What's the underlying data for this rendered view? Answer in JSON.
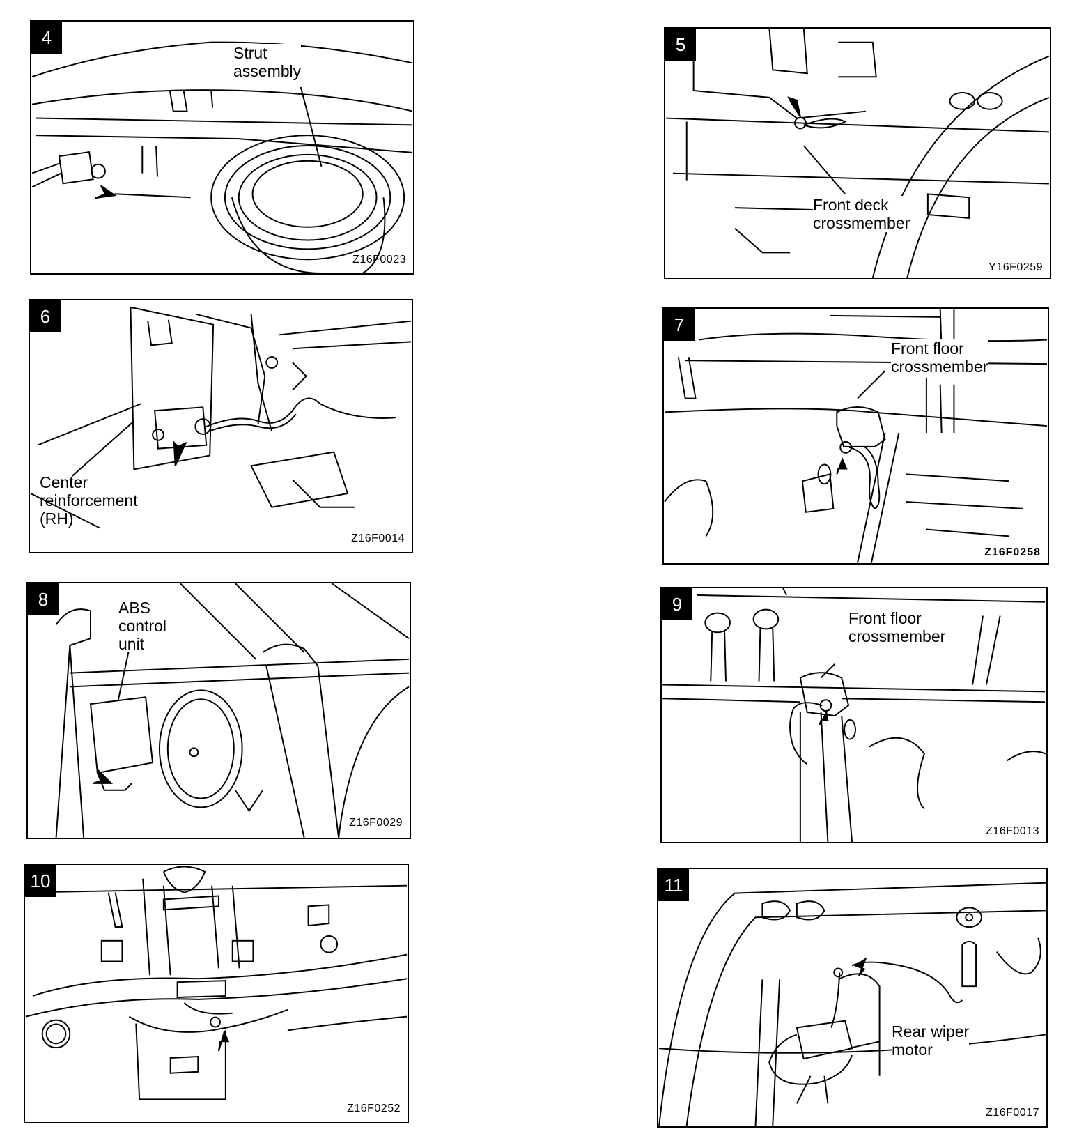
{
  "panels": [
    {
      "number": "4",
      "labels": [
        "Strut\nassembly"
      ],
      "code": "Z16F0023"
    },
    {
      "number": "5",
      "labels": [
        "Front deck\ncrossmember"
      ],
      "code": "Y16F0259"
    },
    {
      "number": "6",
      "labels": [
        "Center\nreinforcement\n(RH)"
      ],
      "code": "Z16F0014"
    },
    {
      "number": "7",
      "labels": [
        "Front floor\ncrossmember"
      ],
      "code": "Z16F0258"
    },
    {
      "number": "8",
      "labels": [
        "ABS\ncontrol\nunit"
      ],
      "code": "Z16F0029"
    },
    {
      "number": "9",
      "labels": [
        "Front floor\ncrossmember"
      ],
      "code": "Z16F0013"
    },
    {
      "number": "10",
      "labels": [],
      "code": "Z16F0252"
    },
    {
      "number": "11",
      "labels": [
        "Rear wiper\nmotor"
      ],
      "code": "Z16F0017"
    }
  ]
}
